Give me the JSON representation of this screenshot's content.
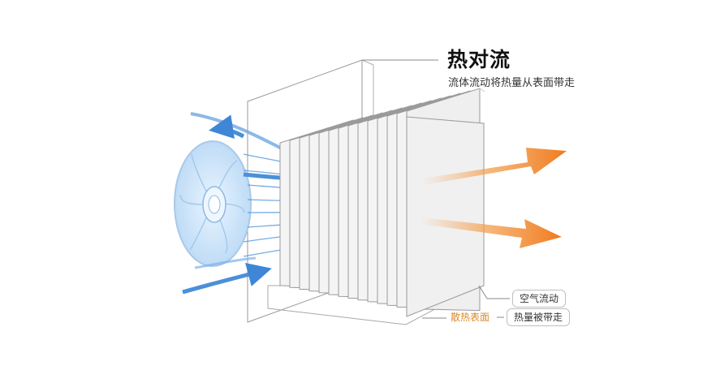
{
  "title": "热对流",
  "subtitle": "流体流动将热量从表面带走",
  "labels": {
    "air_flow": "空气流动",
    "heat_carried_away": "热量被带走",
    "heat_surface": "散热表面"
  },
  "colors": {
    "air_flow": "#4a90d9",
    "heat_flow": "#f07a1e",
    "surface_label": "#d98a2b",
    "fin": "#f2f2f2",
    "outline": "#9a9a9a"
  },
  "fins": {
    "count": 14
  }
}
